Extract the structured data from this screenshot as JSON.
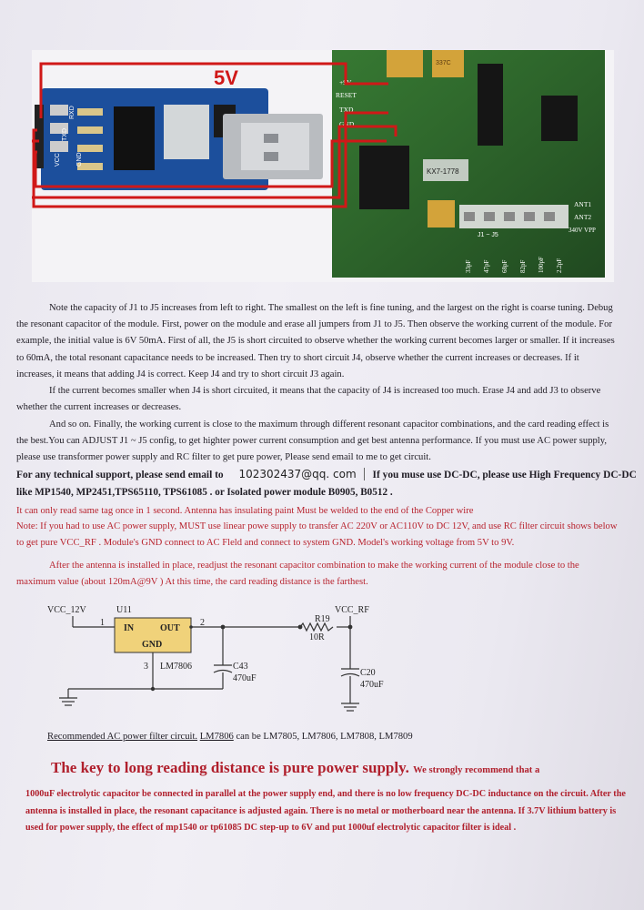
{
  "photo": {
    "voltage_label": "5V",
    "usb_pins": [
      "VCC",
      "TXD",
      "RXD",
      "GND"
    ],
    "module_pins": [
      "+9V",
      "RESET",
      "TXD",
      "GND"
    ],
    "ant_labels": [
      "ANT1",
      "ANT2",
      "340V VPP"
    ],
    "jumper_label": "J1 ~ J5",
    "chip_label": "KX7-1778",
    "cap_labels": [
      "33pF",
      "47pF",
      "68pF",
      "82pF",
      "100pF",
      "2.2pF"
    ],
    "tant_label": "337C"
  },
  "text": {
    "p1": "Note the capacity of J1 to J5 increases from left to right. The smallest on the left is fine tuning, and the largest on the right is coarse tuning. Debug the resonant capacitor of the module. First, power on the module and erase all jumpers from J1 to J5. Then observe the working current of the module. For example, the initial value is 6V 50mA. First of all, the J5 is short circuited to observe whether the working current becomes larger or smaller. If it increases to 60mA, the total resonant capacitance needs to be increased. Then try to short circuit J4, observe whether the current increases or decreases. If it increases, it means that adding J4 is correct. Keep J4 and try to short circuit J3 again.",
    "p2": "If the current becomes smaller when J4 is short circuited, it means that the capacity of J4 is increased too much. Erase J4 and add J3 to observe whether the current increases or decreases.",
    "p3": "And so on. Finally, the working current is close to the maximum through different resonant capacitor combinations, and the card reading effect is the best.You can ADJUST J1 ~ J5 config, to get highter power current consumption and get best antenna performance. If you must use AC power supply, please use transformer power supply and RC filter to get pure power, Please send email to me to get circuit.",
    "support_prefix": "For any technical support, please send email to",
    "email": "102302437@qq. com",
    "support_suffix": "If you muse use DC-DC, please use High Frequency DC-DC",
    "modules_line": "like MP1540, MP2451,TPS65110, TPS61085 . or Isolated power module B0905, B0512 .",
    "red1": "It can only read same tag once in 1 second.    Antenna has insulating paint Must be welded to the end of the Copper wire",
    "red2": "Note:  If you had to use AC power supply, MUST use linear powe supply to transfer AC 220V or AC110V to DC 12V, and use RC filter circuit shows below to get pure VCC_RF .    Module's GND connect to AC Fleld and connect to system GND.    Model's working voltage from 5V to 9V.",
    "red3": "After the antenna is installed in place, readjust the resonant capacitor combination to make the working current of the module close to the maximum value (about 120mA@9V ) At this time, the card reading distance is the farthest."
  },
  "schematic": {
    "vcc12": "VCC_12V",
    "u11": "U11",
    "pin1": "1",
    "pin2": "2",
    "pin3": "3",
    "in": "IN",
    "out": "OUT",
    "gnd": "GND",
    "chip": "LM7806",
    "c43": "C43",
    "c43v": "470uF",
    "r19": "R19",
    "r19v": "10R",
    "vccrf": "VCC_RF",
    "c20": "C20",
    "c20v": "470uF"
  },
  "recommend": {
    "label": "Recommended AC power filter circuit.",
    "chip": "LM7806",
    "alts": "can be LM7805, LM7806, LM7808, LM7809"
  },
  "key": {
    "title": "The key to long reading distance is pure power supply.",
    "tail": "We strongly recommend that a",
    "body": "1000uF electrolytic capacitor be connected in parallel at the power supply end, and there is no low frequency DC-DC inductance on the circuit. After the antenna is installed in place, the resonant capacitance is adjusted again. There is no metal or motherboard near the antenna. If 3.7V lithium battery is used for power supply, the effect of mp1540 or tp61085 DC step-up to 6V and put 1000uf electrolytic capacitor filter is ideal ."
  },
  "colors": {
    "red_text": "#b8232e",
    "wire_red": "#d01818",
    "pcb_blue": "#1c4f9c",
    "pcb_green": "#2f7a2c"
  }
}
